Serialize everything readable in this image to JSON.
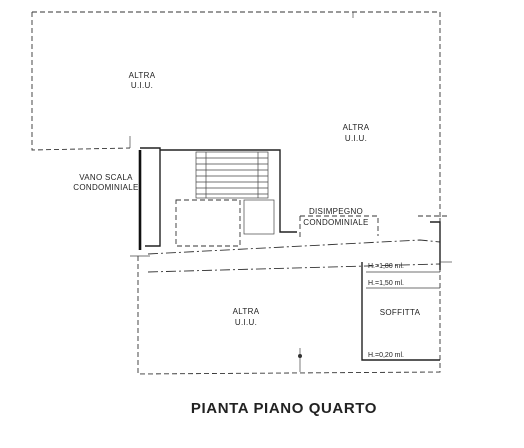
{
  "drawing": {
    "title": "PIANTA PIANO QUARTO",
    "rooms": {
      "altra_uiu_top_left": [
        "ALTRA",
        "U.I.U."
      ],
      "altra_uiu_right": [
        "ALTRA",
        "U.I.U."
      ],
      "altra_uiu_bottom": [
        "ALTRA",
        "U.I.U."
      ],
      "vano_scala": [
        "VANO SCALA",
        "CONDOMINIALE"
      ],
      "disimpegno": [
        "DISIMPEGNO",
        "CONDOMINIALE"
      ],
      "soffitta": "SOFFITTA"
    },
    "heights": {
      "h1": "H.=1,80 ml.",
      "h2": "H.=1,50 ml.",
      "h3": "H.=0,20 ml."
    }
  }
}
